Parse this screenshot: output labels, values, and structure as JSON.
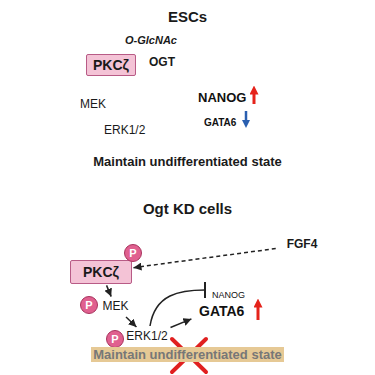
{
  "diagram": {
    "nodes": [
      {
        "text": [
          "ESCs",
          "Maintain undifferentiated state"
        ]
      },
      {
        "text": [
          "O-GlcNAc"
        ],
        "in": 0
      },
      {
        "text": [
          "PKCζ"
        ],
        "in": 0
      },
      {
        "text": [
          "OGT"
        ],
        "in": 0
      },
      {
        "text": [
          "NANOG",
          "GATA6"
        ],
        "in": 0
      },
      {
        "text": [
          "Ogt KD cells",
          "Maintain undifferentiated state"
        ]
      },
      {
        "text": [
          "FGF4"
        ],
        "in": 5
      },
      {
        "text": [
          "PKCζ"
        ],
        "in": 5
      },
      {
        "text": [
          "MEK"
        ],
        "in": 5
      },
      {
        "text": [
          "ERK1/2"
        ],
        "in": 5
      },
      {
        "text": [
          "NANOG",
          "GATA6"
        ],
        "in": 5
      }
    ],
    "edges": [
      {
        "from": 6,
        "to": 7,
        "arrow": "to"
      },
      {
        "from": 7,
        "to": 8,
        "arrow": "to"
      },
      {
        "from": 8,
        "to": 9,
        "arrow": "to"
      },
      {
        "from": 9,
        "to": 10,
        "arrow": "to"
      }
    ],
    "labels": [
      "MEK",
      "ERK1/2",
      "P",
      "P",
      "P"
    ]
  }
}
